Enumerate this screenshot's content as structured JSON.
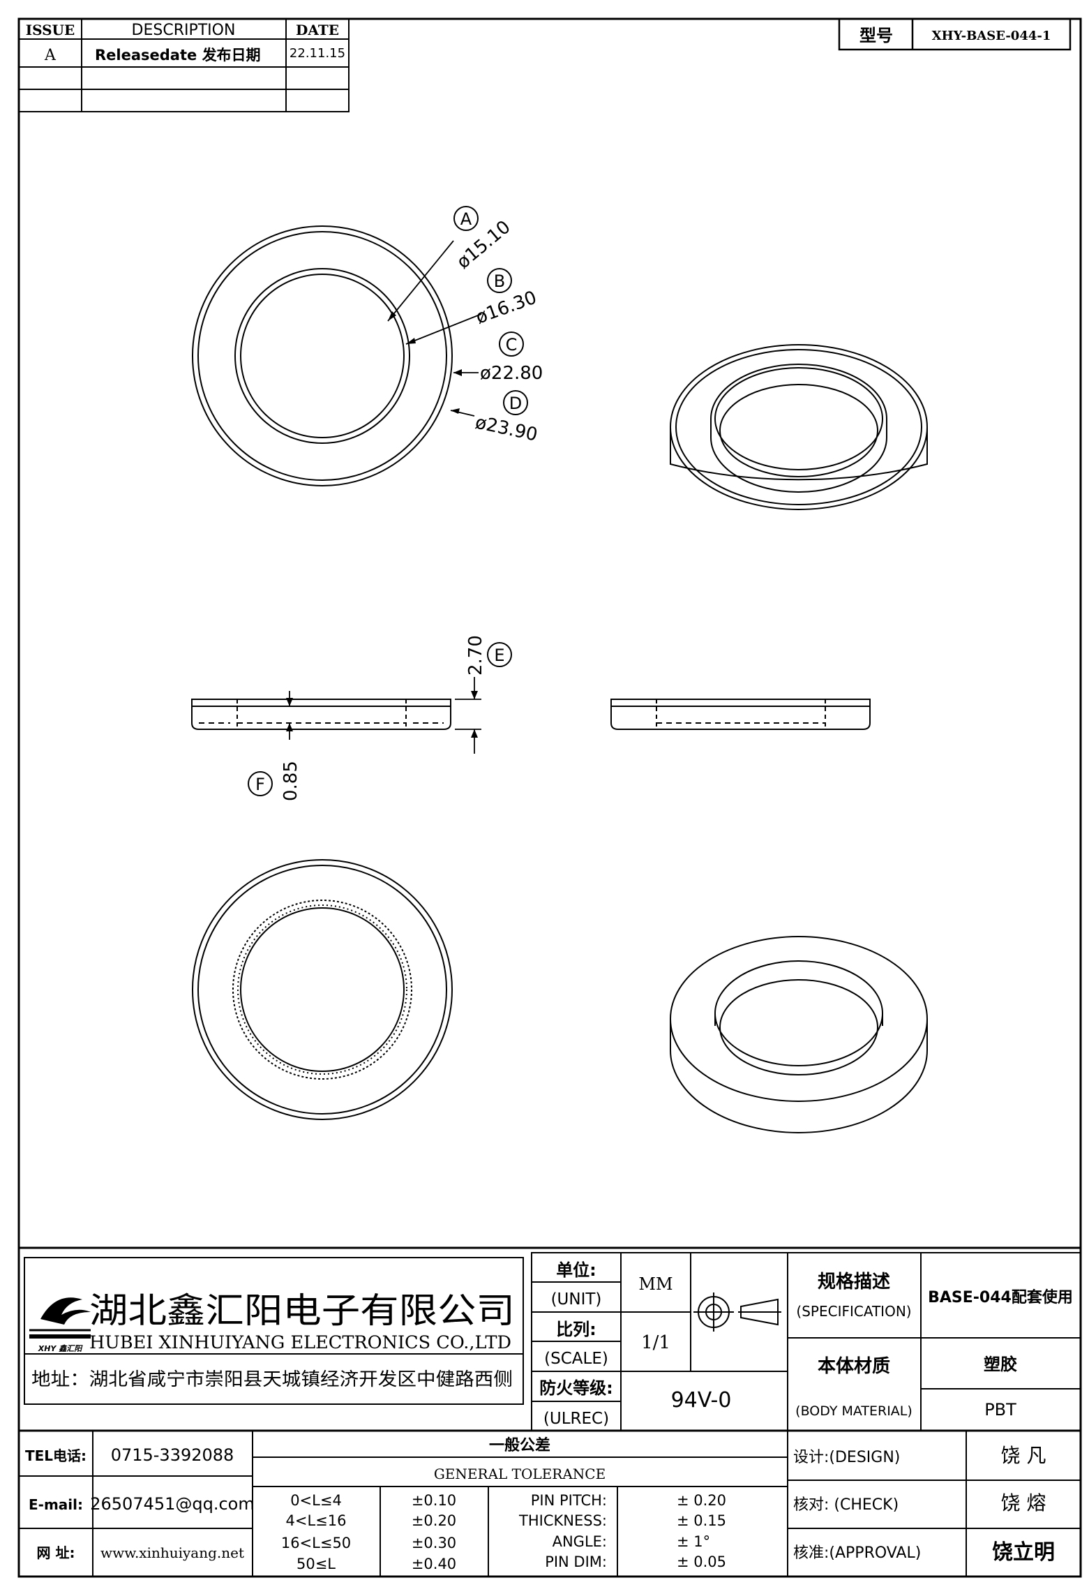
{
  "revision_table": {
    "headers": [
      "ISSUE",
      "DESCRIPTION",
      "DATE"
    ],
    "rows": [
      {
        "issue": "A",
        "description": "Releasedate 发布日期",
        "date": "22.11.15"
      },
      {
        "issue": "",
        "description": "",
        "date": ""
      },
      {
        "issue": "",
        "description": "",
        "date": ""
      }
    ]
  },
  "model_box": {
    "label": "型号",
    "value": "XHY-BASE-044-1"
  },
  "dimensions": [
    {
      "tag": "A",
      "value": "ø15.10"
    },
    {
      "tag": "B",
      "value": "ø16.30"
    },
    {
      "tag": "C",
      "value": "ø22.80"
    },
    {
      "tag": "D",
      "value": "ø23.90"
    },
    {
      "tag": "E",
      "value": "2.70"
    },
    {
      "tag": "F",
      "value": "0.85"
    }
  ],
  "company": {
    "logo_text": "XHY 鑫汇阳",
    "name_cn": "湖北鑫汇阳电子有限公司",
    "name_en": "HUBEI XINHUIYANG ELECTRONICS CO.,LTD",
    "address": "地址：湖北省咸宁市崇阳县天城镇经济开发区中健路西侧"
  },
  "unit": {
    "label_cn": "单位:",
    "label_en": "(UNIT)",
    "value": "MM"
  },
  "scale": {
    "label_cn": "比列:",
    "label_en": "(SCALE)",
    "value": "1/1"
  },
  "ulrec": {
    "label_cn": "防火等级:",
    "label_en": "(ULREC)",
    "value": "94V-0"
  },
  "specification": {
    "label_cn": "规格描述",
    "label_en": "(SPECIFICATION)",
    "value": "BASE-044配套使用"
  },
  "body_material": {
    "label_cn": "本体材质",
    "label_en": "(BODY MATERIAL)",
    "value_cn": "塑胶",
    "value_en": "PBT"
  },
  "contact": {
    "tel_label": "TEL电话:",
    "tel": "0715-3392088",
    "email_label": "E-mail:",
    "email": "26507451@qq.com",
    "web_label": "网  址:",
    "web": "www.xinhuiyang.net"
  },
  "tolerance": {
    "title_cn": "一般公差",
    "title_en": "GENERAL TOLERANCE",
    "ranges": [
      {
        "range": "0<L≤4",
        "tol": "±0.10"
      },
      {
        "range": "4<L≤16",
        "tol": "±0.20"
      },
      {
        "range": "16<L≤50",
        "tol": "±0.30"
      },
      {
        "range": "50≤L",
        "tol": "±0.40"
      }
    ],
    "specials": [
      {
        "name": "PIN PITCH:",
        "tol": "±  0.20"
      },
      {
        "name": "THICKNESS:",
        "tol": "±  0.15"
      },
      {
        "name": "ANGLE:",
        "tol": "±  1°"
      },
      {
        "name": "PIN DIM:",
        "tol": "±  0.05"
      }
    ]
  },
  "approvals": [
    {
      "label": "设计:(DESIGN)",
      "name": "饶  凡"
    },
    {
      "label": "核对: (CHECK)",
      "name": "饶  熔"
    },
    {
      "label": "核准:(APPROVAL)",
      "name": "饶立明"
    }
  ]
}
